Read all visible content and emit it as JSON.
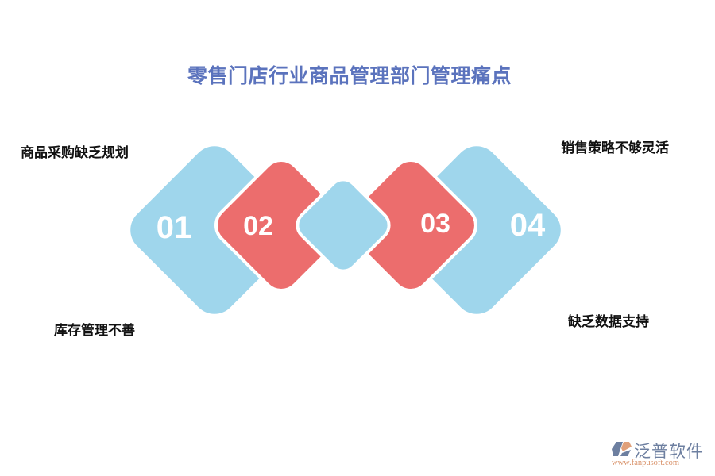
{
  "title": "零售门店行业商品管理部门管理痛点",
  "colors": {
    "title": "#5b73bd",
    "blue": "#9fd6ec",
    "red": "#ec6d6d",
    "label": "#111111"
  },
  "items": [
    {
      "number": "01",
      "label": "商品采购缺乏规划",
      "color": "blue"
    },
    {
      "number": "02",
      "label": "库存管理不善",
      "color": "red"
    },
    {
      "number": "03",
      "label": "缺乏数据支持",
      "color": "red"
    },
    {
      "number": "04",
      "label": "销售策略不够灵活",
      "color": "blue"
    }
  ],
  "logo": {
    "name": "泛普软件",
    "url": "www.fanpusoft.com"
  }
}
